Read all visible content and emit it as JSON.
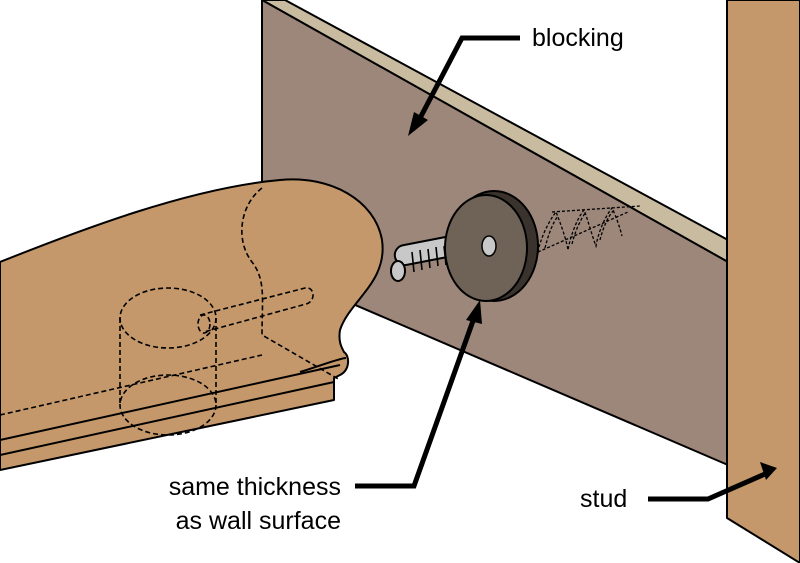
{
  "labels": {
    "blocking": "blocking",
    "stud": "stud",
    "thickness_line1": "same thickness",
    "thickness_line2": "as wall surface"
  },
  "colors": {
    "wood": "#c4986b",
    "blocking_face": "#9c877a",
    "blocking_top": "#c9bba0",
    "washer": "#6f6358",
    "washer_edge": "#3a332d",
    "screw": "#c8c8c8",
    "outline": "#000000"
  }
}
